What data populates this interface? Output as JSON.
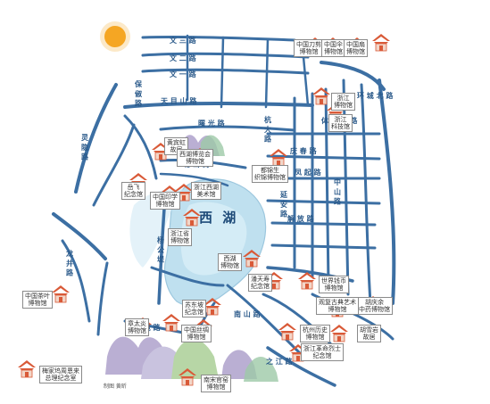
{
  "map": {
    "credit": "制图 黄昕",
    "lake_label": "西 湖",
    "colors": {
      "road": "#3c6fa3",
      "road_dark": "#2b5a8a",
      "water": "#bfe0ef",
      "pavilion_roof": "#d95a38",
      "sun": "#f5a623"
    },
    "road_labels": [
      "文 三 路",
      "文 二 路",
      "文 一 路",
      "天 目 山 路",
      "曙 光 路",
      "杭 大 路",
      "保 俶 路",
      "体 育 场 路",
      "凤 起 路",
      "庆 春 路",
      "解 放 路",
      "延 安 路",
      "中 山 路",
      "南 山 路",
      "虎 跑 路",
      "之 江 路",
      "灵 隐 路",
      "龙 井 路",
      "北 山 街",
      "杨 公 堤",
      "环 城 北 路"
    ],
    "places": [
      {
        "name": "中国刀剪\n博物馆"
      },
      {
        "name": "中国伞\n博物馆"
      },
      {
        "name": "中国扇\n博物馆"
      },
      {
        "name": "浙江\n博物馆"
      },
      {
        "name": "浙江\n科技馆"
      },
      {
        "name": "黄宾虹\n故居"
      },
      {
        "name": "西湖博览会\n博物馆"
      },
      {
        "name": "都锦生\n织锦博物馆"
      },
      {
        "name": "岳飞\n纪念馆"
      },
      {
        "name": "中国印学\n博物馆"
      },
      {
        "name": "浙江西湖\n美术馆"
      },
      {
        "name": "浙江省\n博物馆"
      },
      {
        "name": "西湖\n博物馆"
      },
      {
        "name": "潘天寿\n纪念馆"
      },
      {
        "name": "世界钱币\n博物馆"
      },
      {
        "name": "中国茶叶\n博物馆"
      },
      {
        "name": "苏东坡\n纪念馆"
      },
      {
        "name": "胡庆余\n中药博物馆"
      },
      {
        "name": "观复古典艺术\n博物馆"
      },
      {
        "name": "章太炎\n博物馆"
      },
      {
        "name": "中国丝绸\n博物馆"
      },
      {
        "name": "杭州历史\n博物馆"
      },
      {
        "name": "胡雪岩\n故居"
      },
      {
        "name": "浙江革命烈士\n纪念馆"
      },
      {
        "name": "南宋官窑\n博物馆"
      },
      {
        "name": "梅家坞周恩来\n总理纪念室"
      }
    ]
  }
}
